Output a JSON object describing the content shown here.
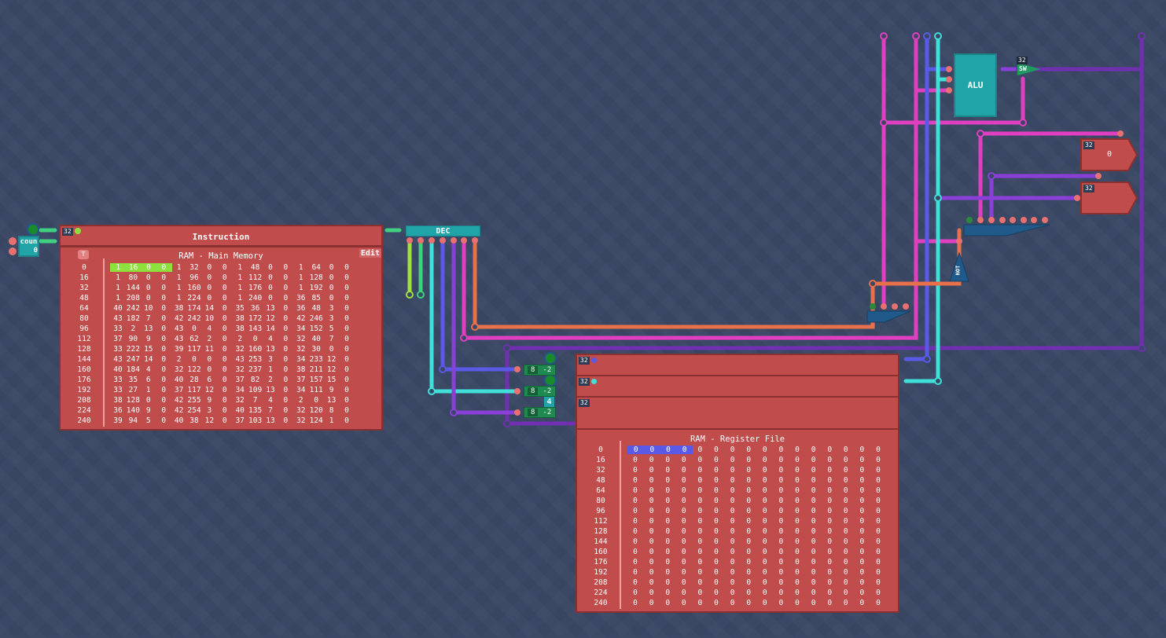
{
  "counter": {
    "label": "coun",
    "value": "0"
  },
  "instruction": {
    "title": "Instruction",
    "bits": "32"
  },
  "main_memory": {
    "title": "RAM - Main Memory",
    "edit_label": "Edit",
    "pin_icon": "pin-icon",
    "highlight_color": "#8ee03c",
    "rows": [
      {
        "addr": "0",
        "values": [
          1,
          16,
          0,
          0,
          1,
          32,
          0,
          0,
          1,
          48,
          0,
          0,
          1,
          64,
          0,
          0
        ]
      },
      {
        "addr": "16",
        "values": [
          1,
          80,
          0,
          0,
          1,
          96,
          0,
          0,
          1,
          112,
          0,
          0,
          1,
          128,
          0,
          0
        ]
      },
      {
        "addr": "32",
        "values": [
          1,
          144,
          0,
          0,
          1,
          160,
          0,
          0,
          1,
          176,
          0,
          0,
          1,
          192,
          0,
          0
        ]
      },
      {
        "addr": "48",
        "values": [
          1,
          208,
          0,
          0,
          1,
          224,
          0,
          0,
          1,
          240,
          0,
          0,
          36,
          85,
          0,
          0
        ]
      },
      {
        "addr": "64",
        "values": [
          40,
          242,
          10,
          0,
          38,
          174,
          14,
          0,
          35,
          36,
          13,
          0,
          36,
          48,
          3,
          0
        ]
      },
      {
        "addr": "80",
        "values": [
          43,
          182,
          7,
          0,
          42,
          242,
          10,
          0,
          38,
          172,
          12,
          0,
          42,
          246,
          3,
          0
        ]
      },
      {
        "addr": "96",
        "values": [
          33,
          2,
          13,
          0,
          43,
          0,
          4,
          0,
          38,
          143,
          14,
          0,
          34,
          152,
          5,
          0
        ]
      },
      {
        "addr": "112",
        "values": [
          37,
          90,
          9,
          0,
          43,
          62,
          2,
          0,
          2,
          0,
          4,
          0,
          32,
          40,
          7,
          0
        ]
      },
      {
        "addr": "128",
        "values": [
          33,
          222,
          15,
          0,
          39,
          117,
          11,
          0,
          32,
          160,
          13,
          0,
          32,
          30,
          0,
          0
        ]
      },
      {
        "addr": "144",
        "values": [
          43,
          247,
          14,
          0,
          2,
          0,
          0,
          0,
          43,
          253,
          3,
          0,
          34,
          233,
          12,
          0
        ]
      },
      {
        "addr": "160",
        "values": [
          40,
          184,
          4,
          0,
          32,
          122,
          0,
          0,
          32,
          237,
          1,
          0,
          38,
          211,
          12,
          0
        ]
      },
      {
        "addr": "176",
        "values": [
          33,
          35,
          6,
          0,
          40,
          28,
          6,
          0,
          37,
          82,
          2,
          0,
          37,
          157,
          15,
          0
        ]
      },
      {
        "addr": "192",
        "values": [
          33,
          27,
          1,
          0,
          37,
          117,
          12,
          0,
          34,
          109,
          13,
          0,
          34,
          111,
          9,
          0
        ]
      },
      {
        "addr": "208",
        "values": [
          38,
          128,
          0,
          0,
          42,
          255,
          9,
          0,
          32,
          7,
          4,
          0,
          2,
          0,
          13,
          0
        ]
      },
      {
        "addr": "224",
        "values": [
          36,
          140,
          9,
          0,
          42,
          254,
          3,
          0,
          40,
          135,
          7,
          0,
          32,
          120,
          8,
          0
        ]
      },
      {
        "addr": "240",
        "values": [
          39,
          94,
          5,
          0,
          40,
          38,
          12,
          0,
          37,
          103,
          13,
          0,
          32,
          124,
          1,
          0
        ]
      }
    ]
  },
  "decoder": {
    "label": "DEC"
  },
  "alu": {
    "label": "ALU"
  },
  "switch": {
    "label": "SW",
    "bits": "32"
  },
  "not_gate": {
    "label": "NOT"
  },
  "outputs": [
    {
      "bits": "32",
      "value": "0"
    },
    {
      "bits": "32",
      "value": ""
    }
  ],
  "register_ports": [
    {
      "bits": "32"
    },
    {
      "bits": "32"
    },
    {
      "bits": "32"
    }
  ],
  "offset_components": [
    {
      "a": "8",
      "b": "-2"
    },
    {
      "a": "8",
      "b": "-2"
    },
    {
      "a": "8",
      "b": "-2"
    }
  ],
  "constant": {
    "value": "4"
  },
  "register_file": {
    "title": "RAM - Register File",
    "highlight_color": "#5a5ae6",
    "rows": [
      {
        "addr": "0",
        "values": [
          0,
          0,
          0,
          0,
          0,
          0,
          0,
          0,
          0,
          0,
          0,
          0,
          0,
          0,
          0,
          0
        ]
      },
      {
        "addr": "16",
        "values": [
          0,
          0,
          0,
          0,
          0,
          0,
          0,
          0,
          0,
          0,
          0,
          0,
          0,
          0,
          0,
          0
        ]
      },
      {
        "addr": "32",
        "values": [
          0,
          0,
          0,
          0,
          0,
          0,
          0,
          0,
          0,
          0,
          0,
          0,
          0,
          0,
          0,
          0
        ]
      },
      {
        "addr": "48",
        "values": [
          0,
          0,
          0,
          0,
          0,
          0,
          0,
          0,
          0,
          0,
          0,
          0,
          0,
          0,
          0,
          0
        ]
      },
      {
        "addr": "64",
        "values": [
          0,
          0,
          0,
          0,
          0,
          0,
          0,
          0,
          0,
          0,
          0,
          0,
          0,
          0,
          0,
          0
        ]
      },
      {
        "addr": "80",
        "values": [
          0,
          0,
          0,
          0,
          0,
          0,
          0,
          0,
          0,
          0,
          0,
          0,
          0,
          0,
          0,
          0
        ]
      },
      {
        "addr": "96",
        "values": [
          0,
          0,
          0,
          0,
          0,
          0,
          0,
          0,
          0,
          0,
          0,
          0,
          0,
          0,
          0,
          0
        ]
      },
      {
        "addr": "112",
        "values": [
          0,
          0,
          0,
          0,
          0,
          0,
          0,
          0,
          0,
          0,
          0,
          0,
          0,
          0,
          0,
          0
        ]
      },
      {
        "addr": "128",
        "values": [
          0,
          0,
          0,
          0,
          0,
          0,
          0,
          0,
          0,
          0,
          0,
          0,
          0,
          0,
          0,
          0
        ]
      },
      {
        "addr": "144",
        "values": [
          0,
          0,
          0,
          0,
          0,
          0,
          0,
          0,
          0,
          0,
          0,
          0,
          0,
          0,
          0,
          0
        ]
      },
      {
        "addr": "160",
        "values": [
          0,
          0,
          0,
          0,
          0,
          0,
          0,
          0,
          0,
          0,
          0,
          0,
          0,
          0,
          0,
          0
        ]
      },
      {
        "addr": "176",
        "values": [
          0,
          0,
          0,
          0,
          0,
          0,
          0,
          0,
          0,
          0,
          0,
          0,
          0,
          0,
          0,
          0
        ]
      },
      {
        "addr": "192",
        "values": [
          0,
          0,
          0,
          0,
          0,
          0,
          0,
          0,
          0,
          0,
          0,
          0,
          0,
          0,
          0,
          0
        ]
      },
      {
        "addr": "208",
        "values": [
          0,
          0,
          0,
          0,
          0,
          0,
          0,
          0,
          0,
          0,
          0,
          0,
          0,
          0,
          0,
          0
        ]
      },
      {
        "addr": "224",
        "values": [
          0,
          0,
          0,
          0,
          0,
          0,
          0,
          0,
          0,
          0,
          0,
          0,
          0,
          0,
          0,
          0
        ]
      },
      {
        "addr": "240",
        "values": [
          0,
          0,
          0,
          0,
          0,
          0,
          0,
          0,
          0,
          0,
          0,
          0,
          0,
          0,
          0,
          0
        ]
      }
    ]
  },
  "colors": {
    "magenta": "#e040c0",
    "blue": "#5a5ae6",
    "cyan": "#3ee0d8",
    "purple": "#8a40d8",
    "dark_purple": "#7030b0",
    "orange": "#e8704a",
    "lime": "#a0e040",
    "green": "#40d080",
    "component_red": "#c04c4c"
  }
}
